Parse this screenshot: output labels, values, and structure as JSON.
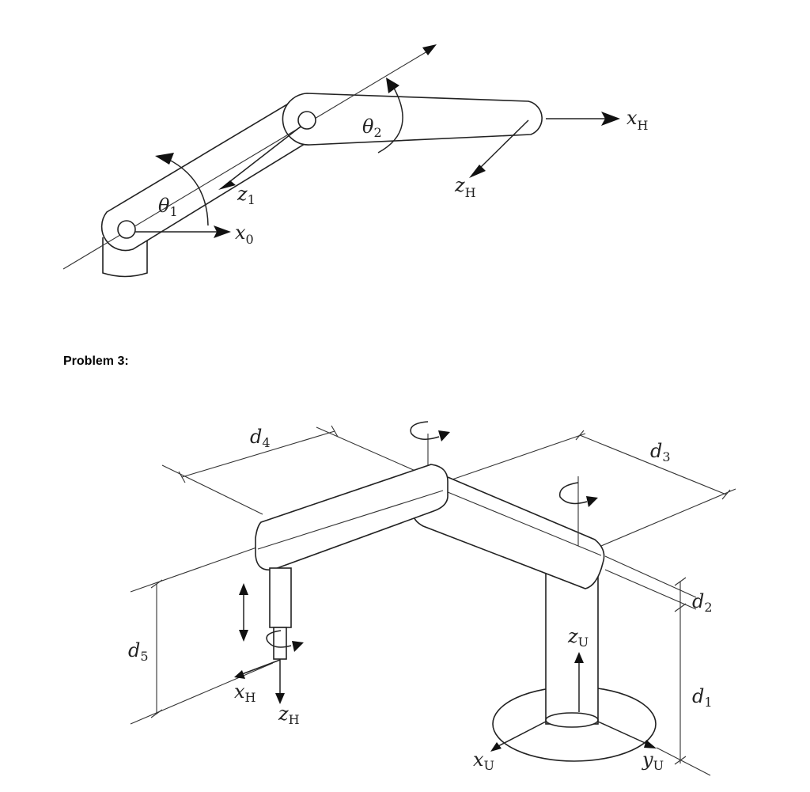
{
  "fig1": {
    "theta1": {
      "sym": "θ",
      "sub": "1"
    },
    "theta2": {
      "sym": "θ",
      "sub": "2"
    },
    "z1": {
      "sym": "z",
      "sub": "1"
    },
    "x0": {
      "sym": "x",
      "sub": "0"
    },
    "xH": {
      "sym": "x",
      "sub": "H"
    },
    "zH": {
      "sym": "z",
      "sub": "H"
    }
  },
  "heading": "Problem 3:",
  "fig2": {
    "d4": {
      "sym": "d",
      "sub": "4"
    },
    "d3": {
      "sym": "d",
      "sub": "3"
    },
    "d2": {
      "sym": "d",
      "sub": "2"
    },
    "d1": {
      "sym": "d",
      "sub": "1"
    },
    "d5": {
      "sym": "d",
      "sub": "5"
    },
    "zU": {
      "sym": "z",
      "sub": "U"
    },
    "xU": {
      "sym": "x",
      "sub": "U"
    },
    "yU": {
      "sym": "y",
      "sub": "U"
    },
    "xH": {
      "sym": "x",
      "sub": "H"
    },
    "zH": {
      "sym": "z",
      "sub": "H"
    }
  }
}
